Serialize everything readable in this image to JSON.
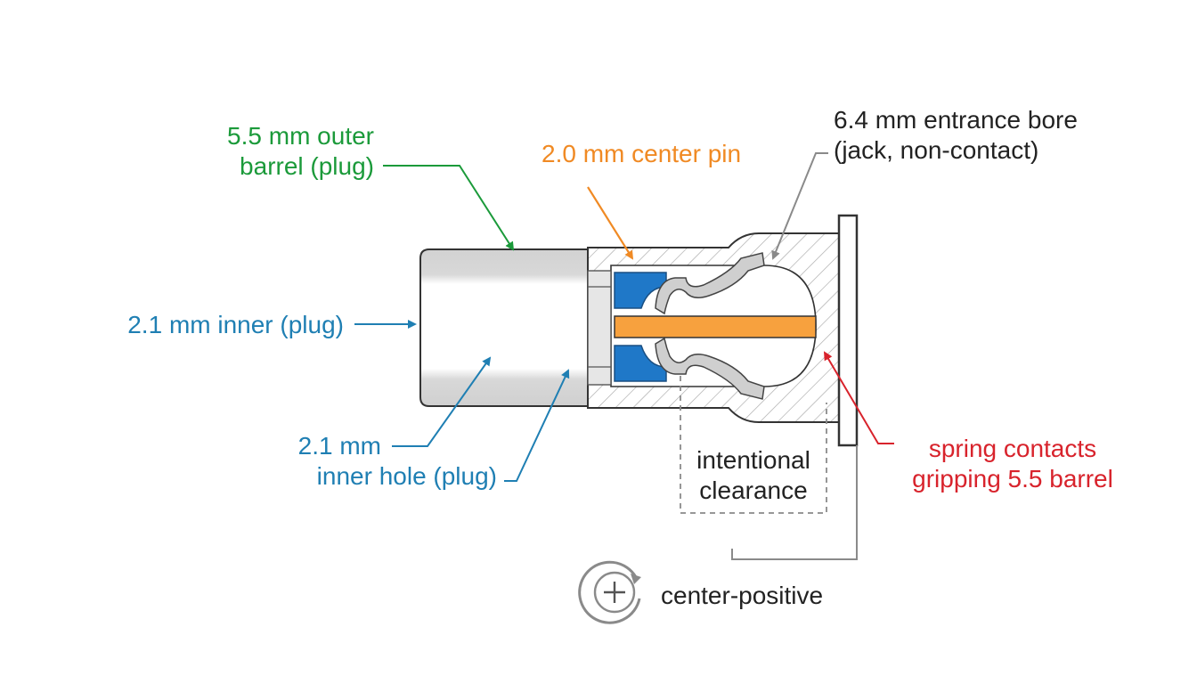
{
  "labels": {
    "outer_barrel": [
      "5.5 mm outer",
      "barrel (plug)"
    ],
    "center_pin": "2.0 mm center pin",
    "entrance_bore": [
      "6.4 mm entrance bore",
      "(jack, non-contact)"
    ],
    "inner_plug": "2.1 mm inner (plug)",
    "inner_hole": [
      "2.1 mm",
      "inner hole (plug)"
    ],
    "clearance": [
      "intentional",
      "clearance"
    ],
    "spring_contacts": [
      "spring contacts",
      "gripping 5.5 barrel"
    ],
    "polarity": "center-positive"
  },
  "icons": {
    "polarity": "center-positive-plus-icon"
  },
  "colors": {
    "green": "#1b9a3a",
    "orange": "#f08a24",
    "blue": "#1f7fb3",
    "blue_fill": "#1f78c8",
    "red": "#d8232c",
    "gray": "#8a8a8a",
    "pin": "#f7a13e"
  }
}
